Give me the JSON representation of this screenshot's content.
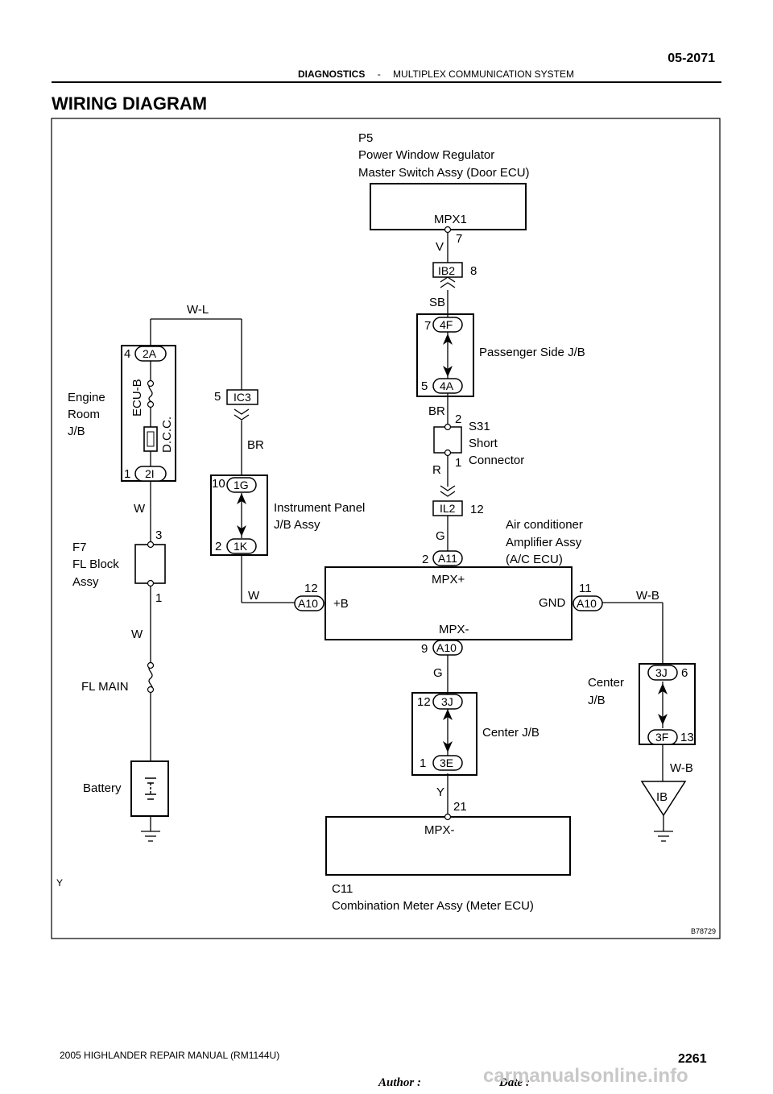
{
  "header": {
    "page_number": "05-2071",
    "section": "DIAGNOSTICS",
    "separator": "-",
    "subsection": "MULTIPLEX COMMUNICATION SYSTEM"
  },
  "title": "WIRING DIAGRAM",
  "figure_id": "B78729",
  "stray_mark": "Y",
  "components": {
    "p5_code": "P5",
    "p5_name1": "Power Window Regulator",
    "p5_name2": "Master Switch Assy (Door ECU)",
    "p5_pin_label": "MPX1",
    "p5_pin_num": "7",
    "ib2": "IB2",
    "ib2_pin": "8",
    "wire_v": "V",
    "wire_sb": "SB",
    "psjb_name": "Passenger Side J/B",
    "psjb_top_conn": "4F",
    "psjb_top_pin": "7",
    "psjb_bot_conn": "4A",
    "psjb_bot_pin": "5",
    "wire_br1": "BR",
    "s31_code": "S31",
    "s31_name1": "Short",
    "s31_name2": "Connector",
    "s31_pin_top": "2",
    "s31_pin_bot": "1",
    "wire_r": "R",
    "il2": "IL2",
    "il2_pin": "12",
    "wire_g1": "G",
    "ac_name1": "Air conditioner",
    "ac_name2": "Amplifier Assy",
    "ac_name3": "(A/C ECU)",
    "a11": "A11",
    "a11_pin": "2",
    "ecu_mpx_plus": "MPX+",
    "ecu_plus_b": "+B",
    "ecu_gnd": "GND",
    "ecu_mpx_minus": "MPX-",
    "a10_left": "A10",
    "a10_left_pin": "12",
    "a10_right": "A10",
    "a10_right_pin": "11",
    "a10_bot": "A10",
    "a10_bot_pin": "9",
    "wire_wb1": "W-B",
    "wire_g2": "G",
    "cjb_name": "Center J/B",
    "cjb_top_conn": "3J",
    "cjb_top_pin": "12",
    "cjb_bot_conn": "3E",
    "cjb_bot_pin": "1",
    "wire_y": "Y",
    "meter_pin": "21",
    "meter_pin_label": "MPX-",
    "meter_code": "C11",
    "meter_name": "Combination Meter Assy (Meter ECU)",
    "cjb2_name1": "Center",
    "cjb2_name2": "J/B",
    "cjb2_top_conn": "3J",
    "cjb2_top_pin": "6",
    "cjb2_bot_conn": "3F",
    "cjb2_bot_pin": "13",
    "wire_wb2": "W-B",
    "ground_ib": "IB",
    "wire_wl": "W-L",
    "erjb_name1": "Engine",
    "erjb_name2": "Room",
    "erjb_name3": "J/B",
    "erjb_top_conn": "2A",
    "erjb_top_pin": "4",
    "erjb_bot_conn": "2I",
    "erjb_bot_pin": "1",
    "ecub_label": "ECU-B",
    "dcc_label": "D.C.C.",
    "ic3": "IC3",
    "ic3_pin": "5",
    "wire_br2": "BR",
    "ipjb_name1": "Instrument Panel",
    "ipjb_name2": "J/B Assy",
    "ipjb_top_conn": "1G",
    "ipjb_top_pin": "10",
    "ipjb_bot_conn": "1K",
    "ipjb_bot_pin": "2",
    "wire_w_ip": "W",
    "wire_w1": "W",
    "f7_code": "F7",
    "f7_name1": "FL Block",
    "f7_name2": "Assy",
    "f7_pin_top": "3",
    "f7_pin_bot": "1",
    "wire_w2": "W",
    "flmain": "FL MAIN",
    "battery": "Battery"
  },
  "footer": {
    "manual": "2005 HIGHLANDER REPAIR MANUAL   (RM1144U)",
    "page": "2261",
    "author": "Author :",
    "date": "Date :",
    "watermark": "carmanualsonline.info"
  }
}
